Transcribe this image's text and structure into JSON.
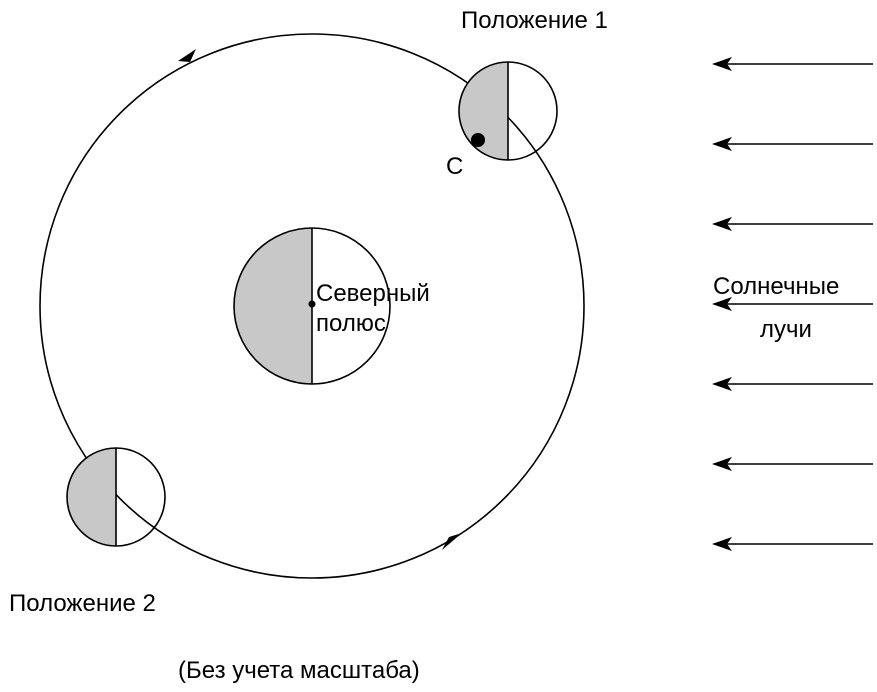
{
  "labels": {
    "position_1": "Положение 1",
    "position_2": "Положение 2",
    "point_c": "С",
    "north_pole_line1": "Северный",
    "north_pole_line2": "полюс",
    "sun_rays_line1": "Солнечные",
    "sun_rays_line2": "лучи",
    "scale_note": "(Без учета масштаба)"
  },
  "colors": {
    "night_side": "#c8c8c8",
    "day_side": "#ffffff",
    "stroke": "#000000"
  },
  "orbit": {
    "direction": "counterclockwise"
  }
}
